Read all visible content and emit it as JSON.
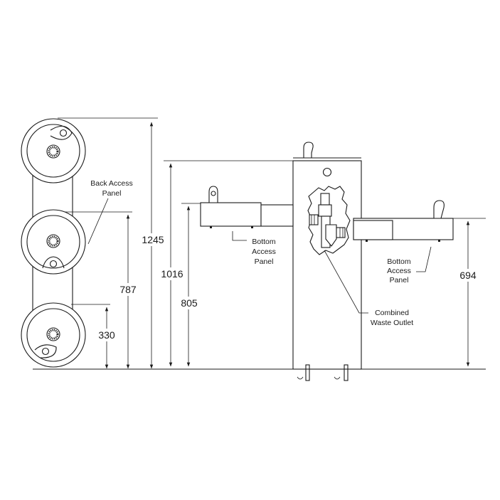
{
  "dimensions": {
    "overall_height": "1245",
    "high_bowl_mid": "787",
    "low_bowl": "330",
    "pedestal_height": "1016",
    "bubbler_high": "805",
    "bubbler_low": "694"
  },
  "labels": {
    "back_access_panel": [
      "Back Access",
      "Panel"
    ],
    "bottom_access_panel_left": [
      "Bottom",
      "Access",
      "Panel"
    ],
    "bottom_access_panel_right": [
      "Bottom",
      "Access",
      "Panel"
    ],
    "combined_waste_outlet": [
      "Combined",
      "Waste Outlet"
    ]
  }
}
